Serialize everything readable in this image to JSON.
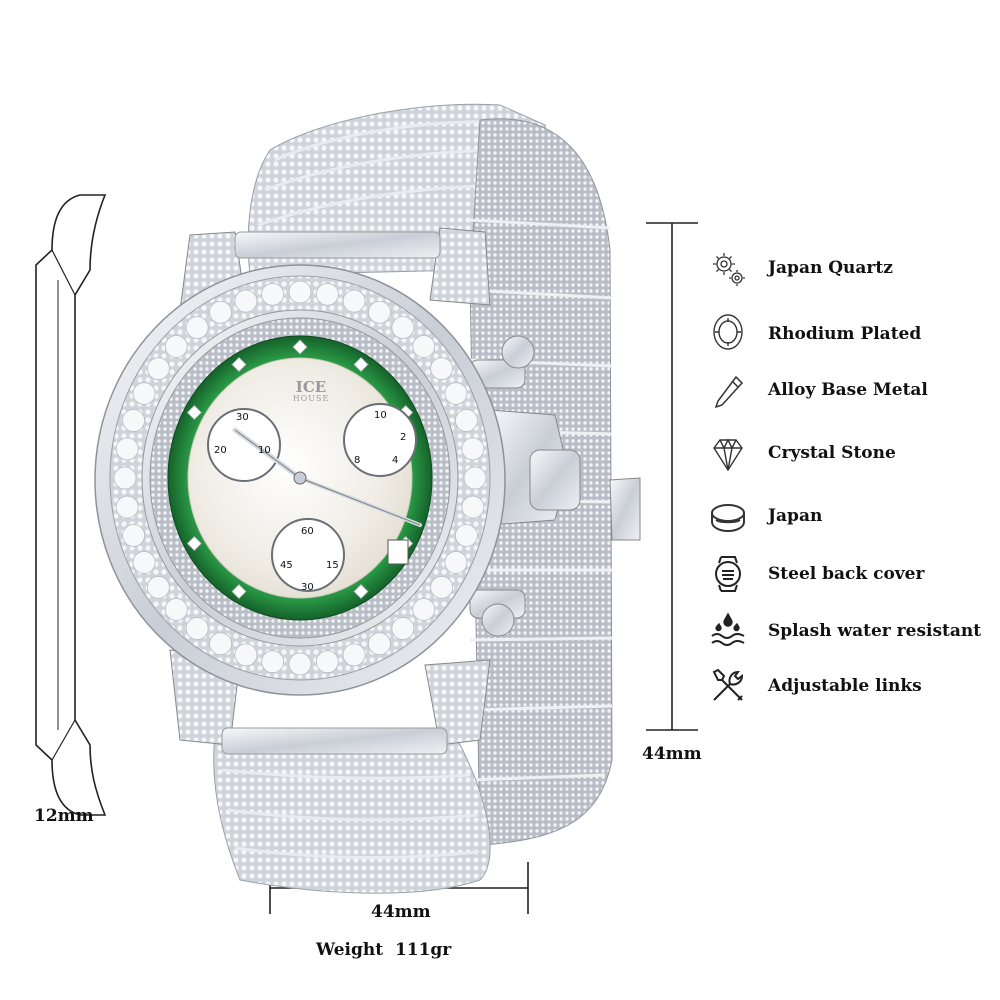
{
  "dimensions": {
    "thickness": "12mm",
    "height": "44mm",
    "width": "44mm"
  },
  "weight": {
    "label": "Weight",
    "value": "111gr"
  },
  "brand": {
    "line1": "ICE",
    "line2": "HOUSE"
  },
  "subdials": {
    "left": [
      "30",
      "10",
      "20"
    ],
    "right": [
      "10",
      "2",
      "8",
      "4"
    ],
    "bottom": [
      "60",
      "15",
      "45",
      "30"
    ]
  },
  "features": [
    {
      "icon": "gears-icon",
      "label": "Japan Quartz"
    },
    {
      "icon": "watch-case-icon",
      "label": "Rhodium Plated"
    },
    {
      "icon": "pen-nib-icon",
      "label": "Alloy Base Metal"
    },
    {
      "icon": "diamond-icon",
      "label": "Crystal Stone"
    },
    {
      "icon": "battery-coin-icon",
      "label": "Japan"
    },
    {
      "icon": "watch-back-icon",
      "label": "Steel back cover"
    },
    {
      "icon": "water-drops-icon",
      "label": "Splash water resistant"
    },
    {
      "icon": "tools-icon",
      "label": "Adjustable links"
    }
  ],
  "colors": {
    "dial_green": "#1f8a3a",
    "mother_of_pearl": "#f3f0ea",
    "silver": "#d9dde3"
  }
}
